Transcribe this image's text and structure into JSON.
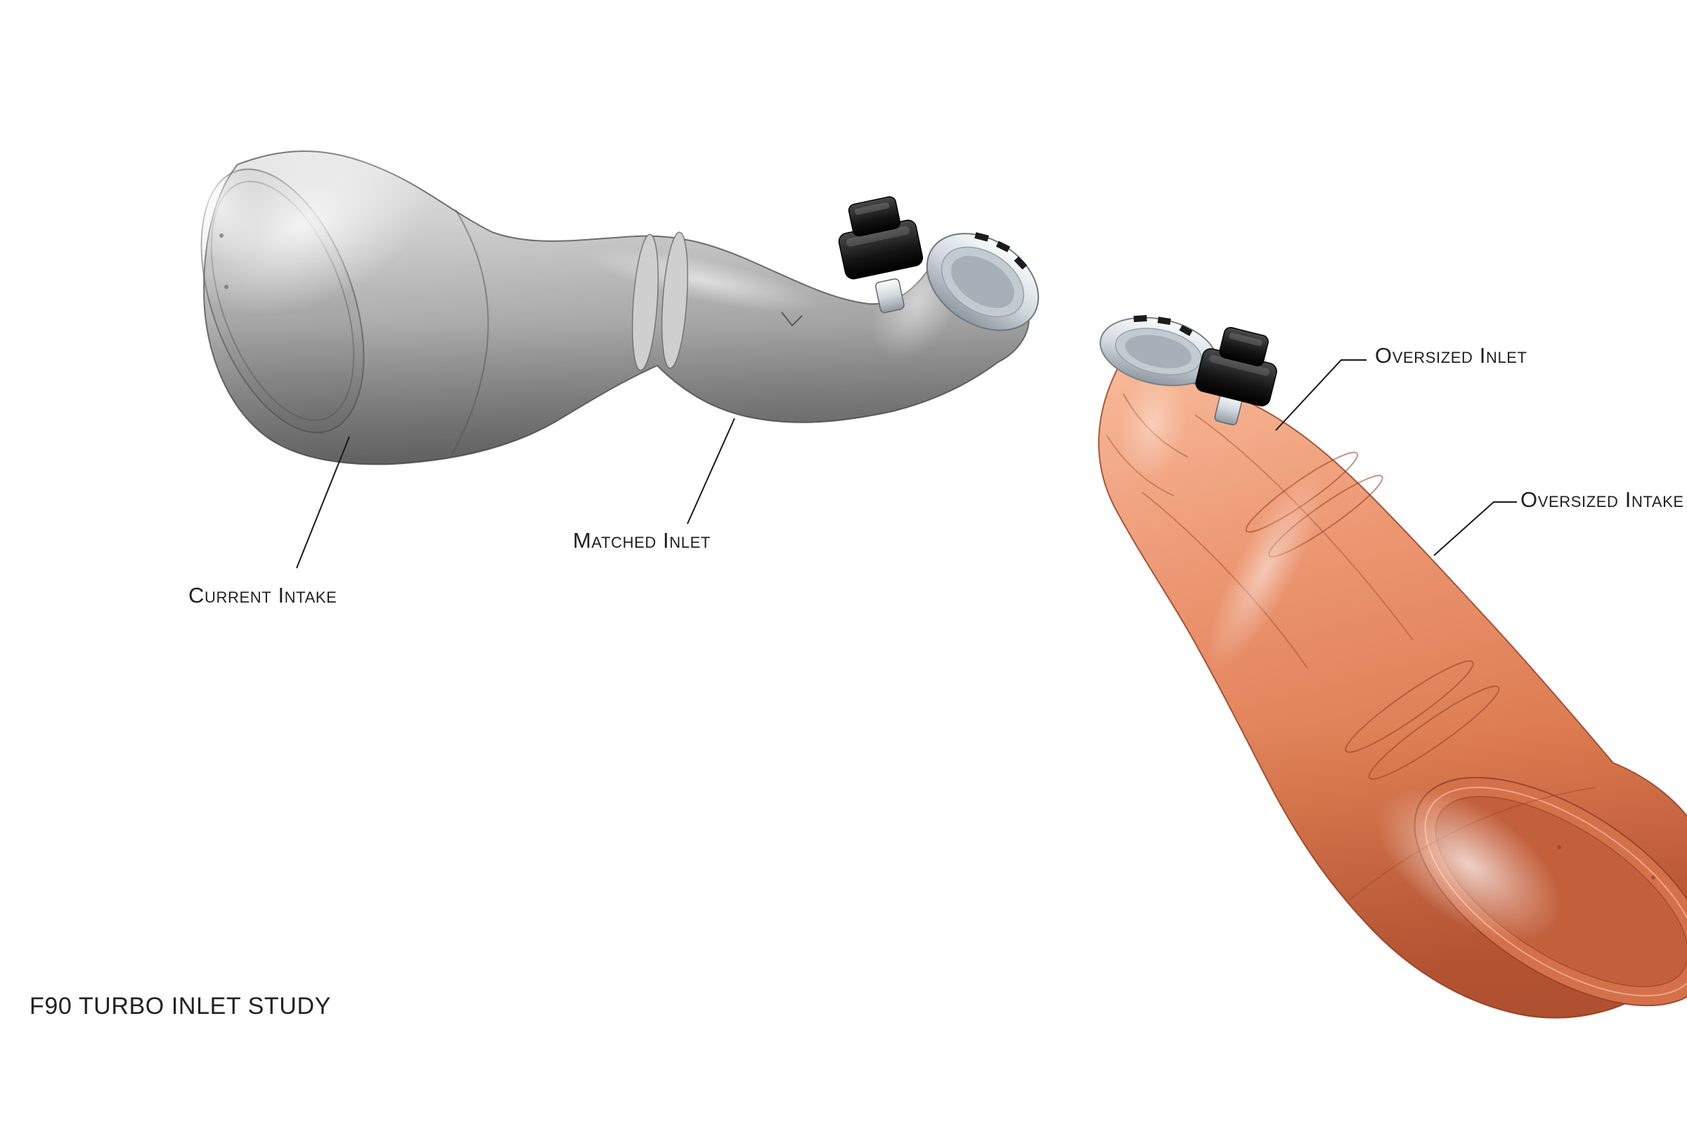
{
  "title": "F90 TURBO INLET STUDY",
  "callouts": {
    "current_intake": "Current Intake",
    "matched_inlet": "Matched Inlet",
    "oversized_inlet": "Oversized Inlet",
    "oversized_intake": "Oversized Intake"
  },
  "colors": {
    "background": "#ffffff",
    "gray_body": "#b5b5b5",
    "orange_body": "#e8906c",
    "sensor_black": "#1a1a1a",
    "clamp_silver": "#d9dfe4",
    "leader_line": "#1a1a1a",
    "text": "#1f1f1f"
  }
}
